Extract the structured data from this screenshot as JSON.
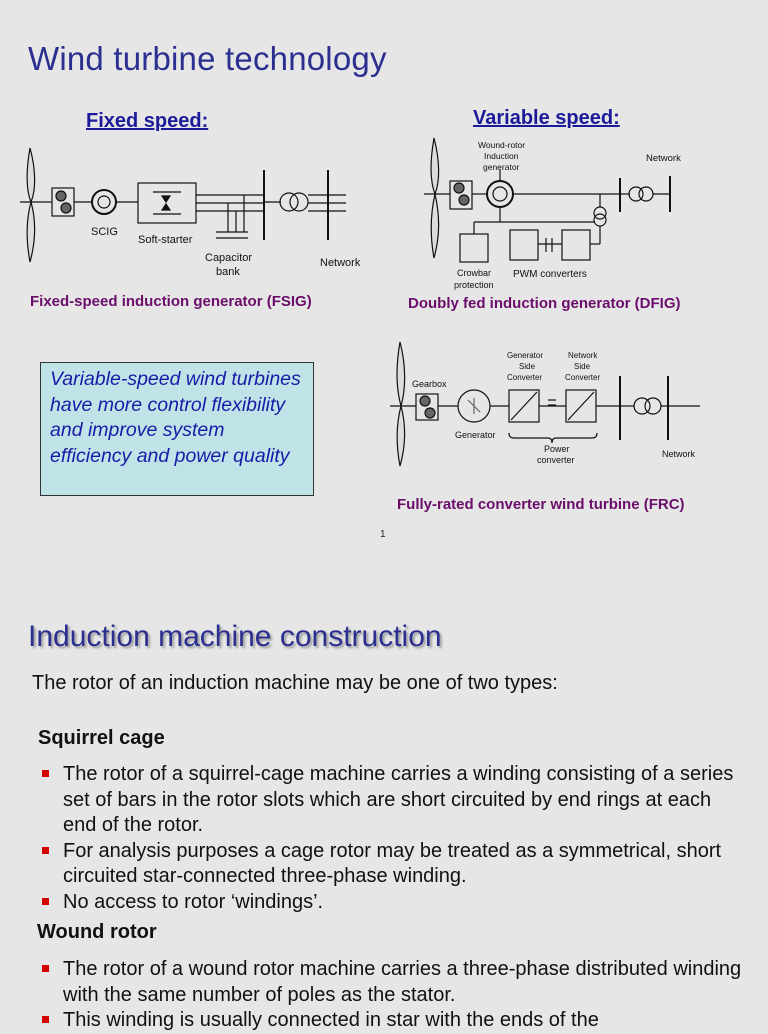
{
  "slide1": {
    "title": "Wind turbine technology",
    "fixed_heading": "Fixed speed:",
    "variable_heading": "Variable speed:",
    "fsig": {
      "labels": {
        "scig": "SCIG",
        "softstarter": "Soft-starter",
        "cap1": "Capacitor",
        "cap2": "bank",
        "network": "Network"
      },
      "caption": "Fixed-speed induction generator (FSIG)"
    },
    "dfig": {
      "labels": {
        "wr1": "Wound-rotor",
        "wr2": "Induction",
        "wr3": "generator",
        "network": "Network",
        "crow1": "Crowbar",
        "crow2": "protection",
        "pwm": "PWM converters"
      },
      "caption": "Doubly fed induction generator (DFIG)"
    },
    "note": "Variable-speed wind turbines have more control flexibility and improve system efficiency and power quality",
    "frc": {
      "labels": {
        "gearbox": "Gearbox",
        "gsc1": "Generator",
        "gsc2": "Side",
        "gsc3": "Converter",
        "nsc1": "Network",
        "nsc2": "Side",
        "nsc3": "Converter",
        "generator": "Generator",
        "pc1": "Power",
        "pc2": "converter",
        "network": "Network"
      },
      "caption": "Fully-rated converter wind turbine (FRC)"
    },
    "page_number": "1"
  },
  "slide2": {
    "title": "Induction machine construction",
    "intro": "The rotor of an induction machine may be one of two types:",
    "squirrel_heading": "Squirrel cage",
    "squirrel_bullets": [
      "The rotor of a squirrel-cage machine carries a winding consisting of a series set of bars in the rotor slots which are short circuited by end rings at each end of the rotor.",
      "For analysis purposes a cage rotor may be treated as a symmetrical, short circuited star-connected three-phase winding.",
      "No access to rotor ‘windings’."
    ],
    "wound_heading": "Wound rotor",
    "wound_bullets": [
      "The rotor of a wound rotor machine carries a three-phase distributed winding with the same number of poles as the stator.",
      "This winding is usually connected in star with the ends of the"
    ]
  },
  "colors": {
    "title": "#2b2f8f",
    "heading": "#1b1b9a",
    "caption": "#6b0d6b",
    "note_bg": "#bfe3e6",
    "note_text": "#1a1aa8",
    "bullet": "#d40000"
  }
}
